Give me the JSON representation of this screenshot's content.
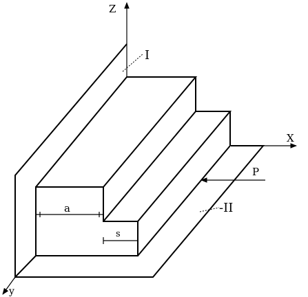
{
  "labels": {
    "axis_z": "Z",
    "axis_x": "X",
    "axis_y": "y",
    "region_1": "I",
    "region_2": "-II",
    "force": "P",
    "dim_a": "a",
    "dim_small": "s"
  }
}
